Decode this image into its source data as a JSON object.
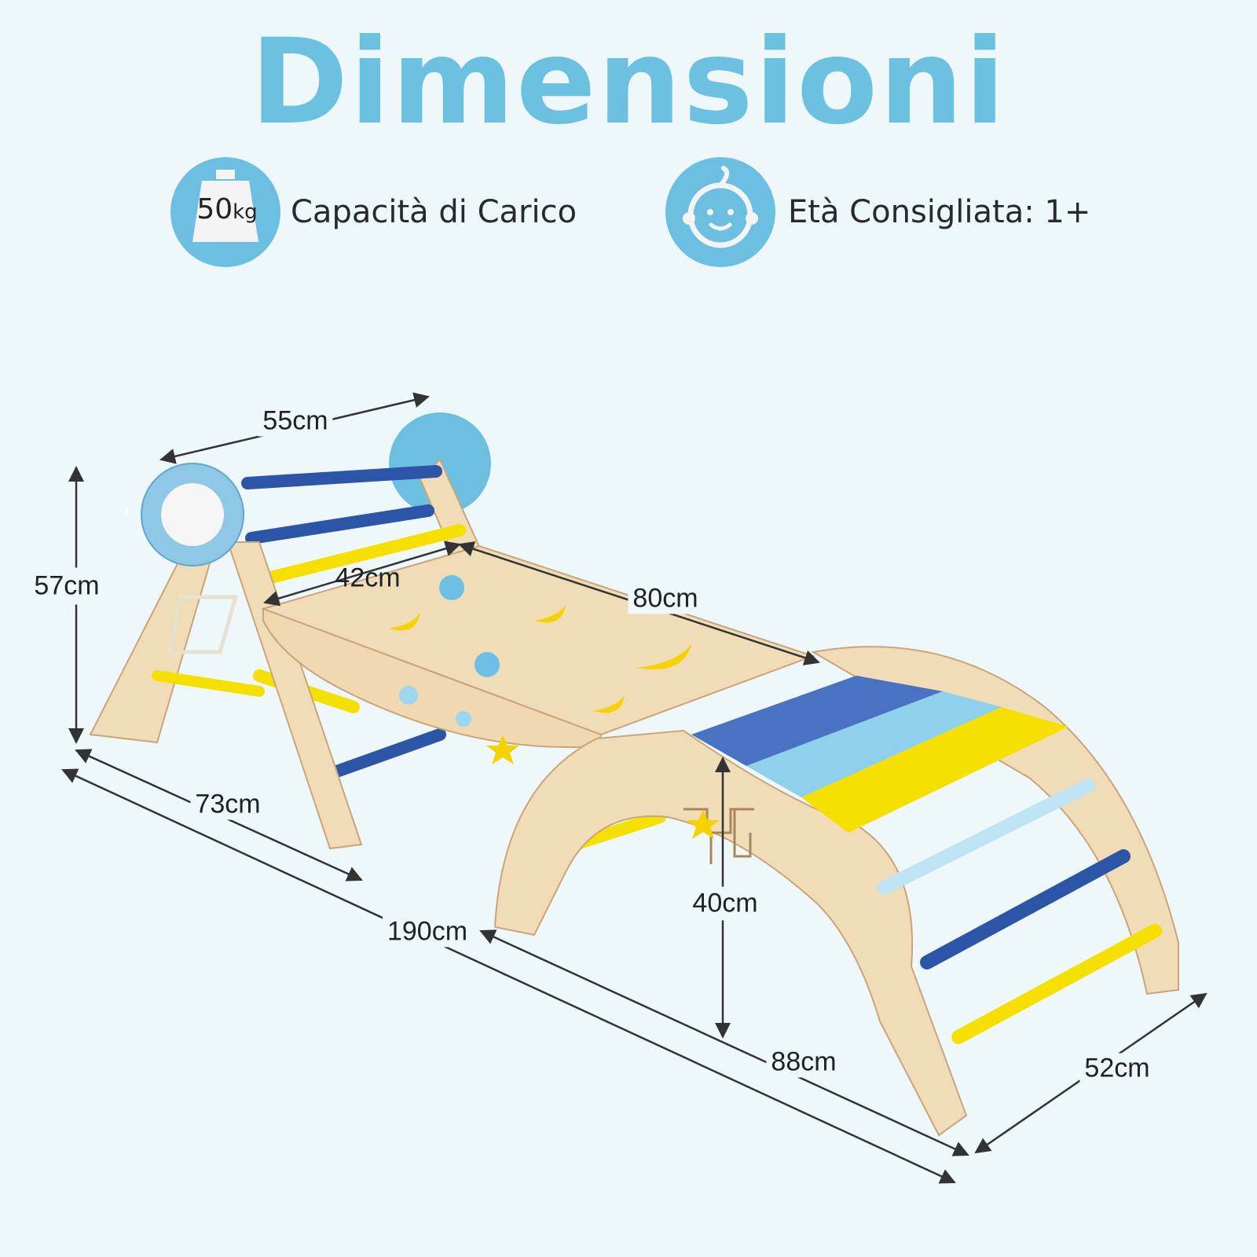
{
  "title": "Dimensioni",
  "features": {
    "capacity": {
      "icon": "weight-icon",
      "value": "50",
      "unit": "kg",
      "label": "Capacità di Carico"
    },
    "age": {
      "icon": "baby-face-icon",
      "label": "Età Consigliata: 1+"
    }
  },
  "dimensions": {
    "width_top": "55cm",
    "height_triangle": "57cm",
    "inner_width": "42cm",
    "ramp_length": "80cm",
    "triangle_depth": "73cm",
    "total_length": "190cm",
    "arch_height": "40cm",
    "arch_length": "88cm",
    "arch_width": "52cm"
  },
  "colors": {
    "accent": "#6cbfe1",
    "wood": "#f1dcb8",
    "blue": "#2c55a8",
    "light_blue": "#8fd0ec",
    "yellow": "#f6e000"
  }
}
